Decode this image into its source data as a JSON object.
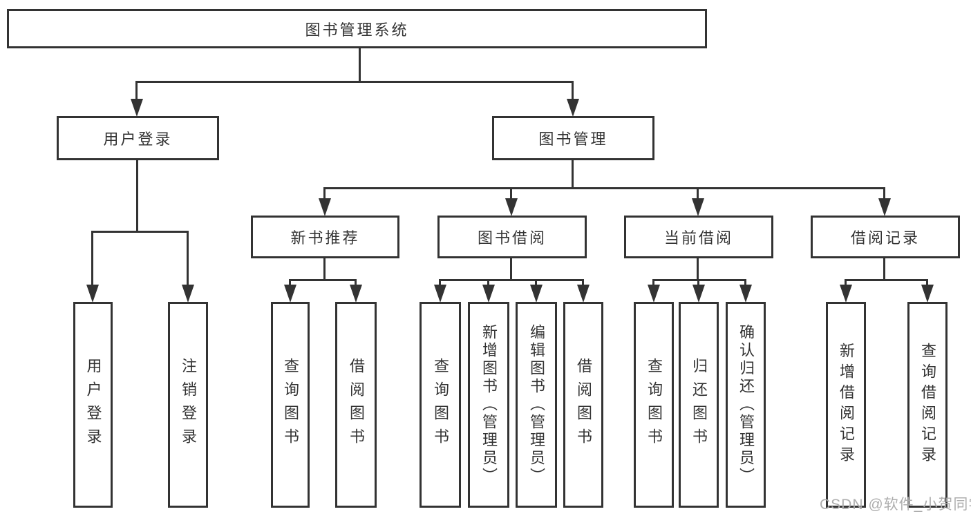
{
  "tree": {
    "label": "图书管理系统",
    "children": [
      {
        "label": "用户登录",
        "children": [
          {
            "label": "用户登录"
          },
          {
            "label": "注销登录"
          }
        ]
      },
      {
        "label": "图书管理",
        "children": [
          {
            "label": "新书推荐",
            "children": [
              {
                "label": "查询图书"
              },
              {
                "label": "借阅图书"
              }
            ]
          },
          {
            "label": "图书借阅",
            "children": [
              {
                "label": "查询图书"
              },
              {
                "label": "新增图书（管理员）"
              },
              {
                "label": "编辑图书（管理员）"
              },
              {
                "label": "借阅图书"
              }
            ]
          },
          {
            "label": "当前借阅",
            "children": [
              {
                "label": "查询图书"
              },
              {
                "label": "归还图书"
              },
              {
                "label": "确认归还（管理员）"
              }
            ]
          },
          {
            "label": "借阅记录",
            "children": [
              {
                "label": "新增借阅记录"
              },
              {
                "label": "查询借阅记录"
              }
            ]
          }
        ]
      }
    ]
  },
  "watermark": "CSDN @软件_小贺同学",
  "icons": {
    "arrowhead_down": "▼"
  },
  "colors": {
    "line": "#333333",
    "text": "#333333",
    "watermark": "#adadad",
    "background": "#ffffff"
  }
}
